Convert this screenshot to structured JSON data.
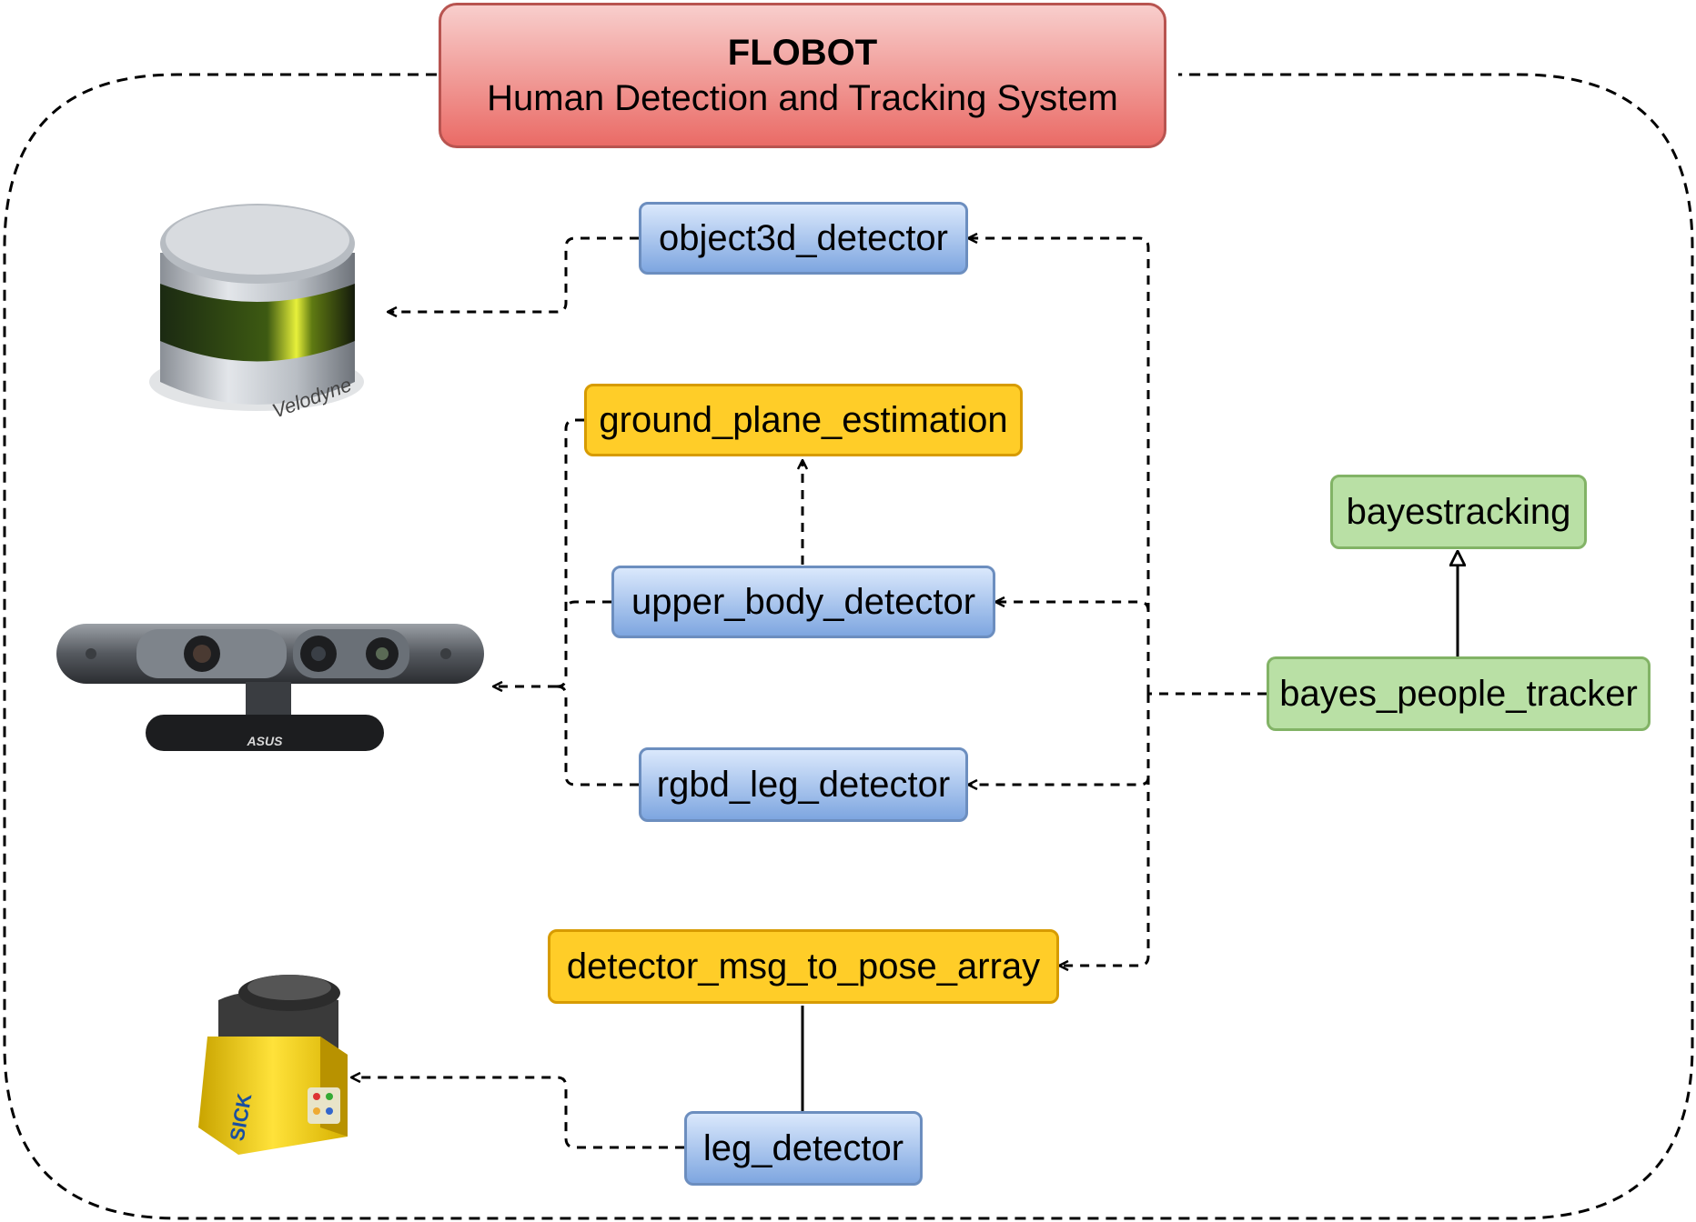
{
  "title": {
    "heading": "FLOBOT",
    "subheading": "Human Detection and Tracking System"
  },
  "nodes": {
    "object3d_detector": "object3d_detector",
    "ground_plane_estimation": "ground_plane_estimation",
    "upper_body_detector": "upper_body_detector",
    "rgbd_leg_detector": "rgbd_leg_detector",
    "detector_msg_to_pose_array": "detector_msg_to_pose_array",
    "leg_detector": "leg_detector",
    "bayestracking": "bayestracking",
    "bayes_people_tracker": "bayes_people_tracker"
  },
  "sensors": {
    "velodyne_label": "Velodyne",
    "asus_label": "ASUS",
    "sick_label": "SICK"
  },
  "colors": {
    "title_fill": "#ea6b66",
    "detector_fill": "#7ea6e0",
    "utility_fill": "#ffcd28",
    "tracker_fill": "#b9e0a5"
  }
}
